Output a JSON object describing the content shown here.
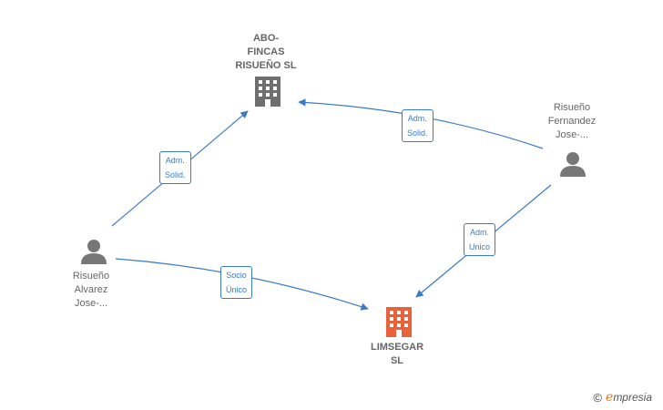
{
  "colors": {
    "edge": "#3a7bc8",
    "company": "#6f6f6f",
    "company_focus": "#e8623a",
    "person": "#777777",
    "label": "#666666"
  },
  "nodes": {
    "abo": {
      "label": "ABO-\nFINCAS\nRISUEÑO  SL",
      "icon": "building-icon"
    },
    "limsegar": {
      "label": "LIMSEGAR\nSL",
      "icon": "building-icon"
    },
    "fernandez": {
      "label": "Risueño\nFernandez\nJose-...",
      "icon": "person-icon"
    },
    "alvarez": {
      "label": "Risueño\nAlvarez\nJose-...",
      "icon": "person-icon"
    }
  },
  "edges": {
    "alvarez_abo": "Adm.\nSolid.",
    "fernandez_abo": "Adm.\nSolid.",
    "fernandez_limsegar": "Adm.\nUnico",
    "alvarez_limsegar": "Socio\nÚnico"
  },
  "brand": {
    "copyright": "©",
    "e": "e",
    "name": "mpresia"
  }
}
